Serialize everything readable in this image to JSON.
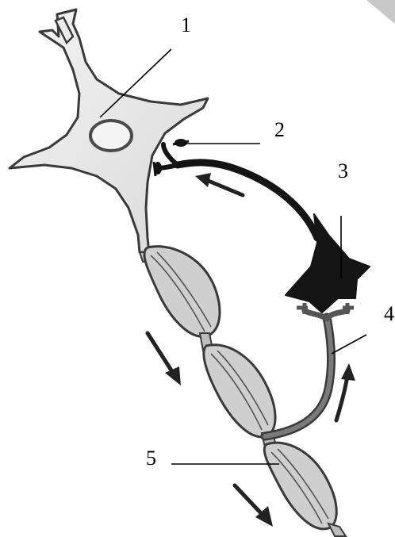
{
  "labels": {
    "l1": "1",
    "l2": "2",
    "l3": "3",
    "l4": "4",
    "l5": "5"
  },
  "colors": {
    "outline": "#3a3a3a",
    "neuron_fill": "#ececec",
    "sheath_fill": "#cfcfcf",
    "dark_neuron": "#141414",
    "axon_gray": "#6a6a6a",
    "arrow": "#222222"
  }
}
